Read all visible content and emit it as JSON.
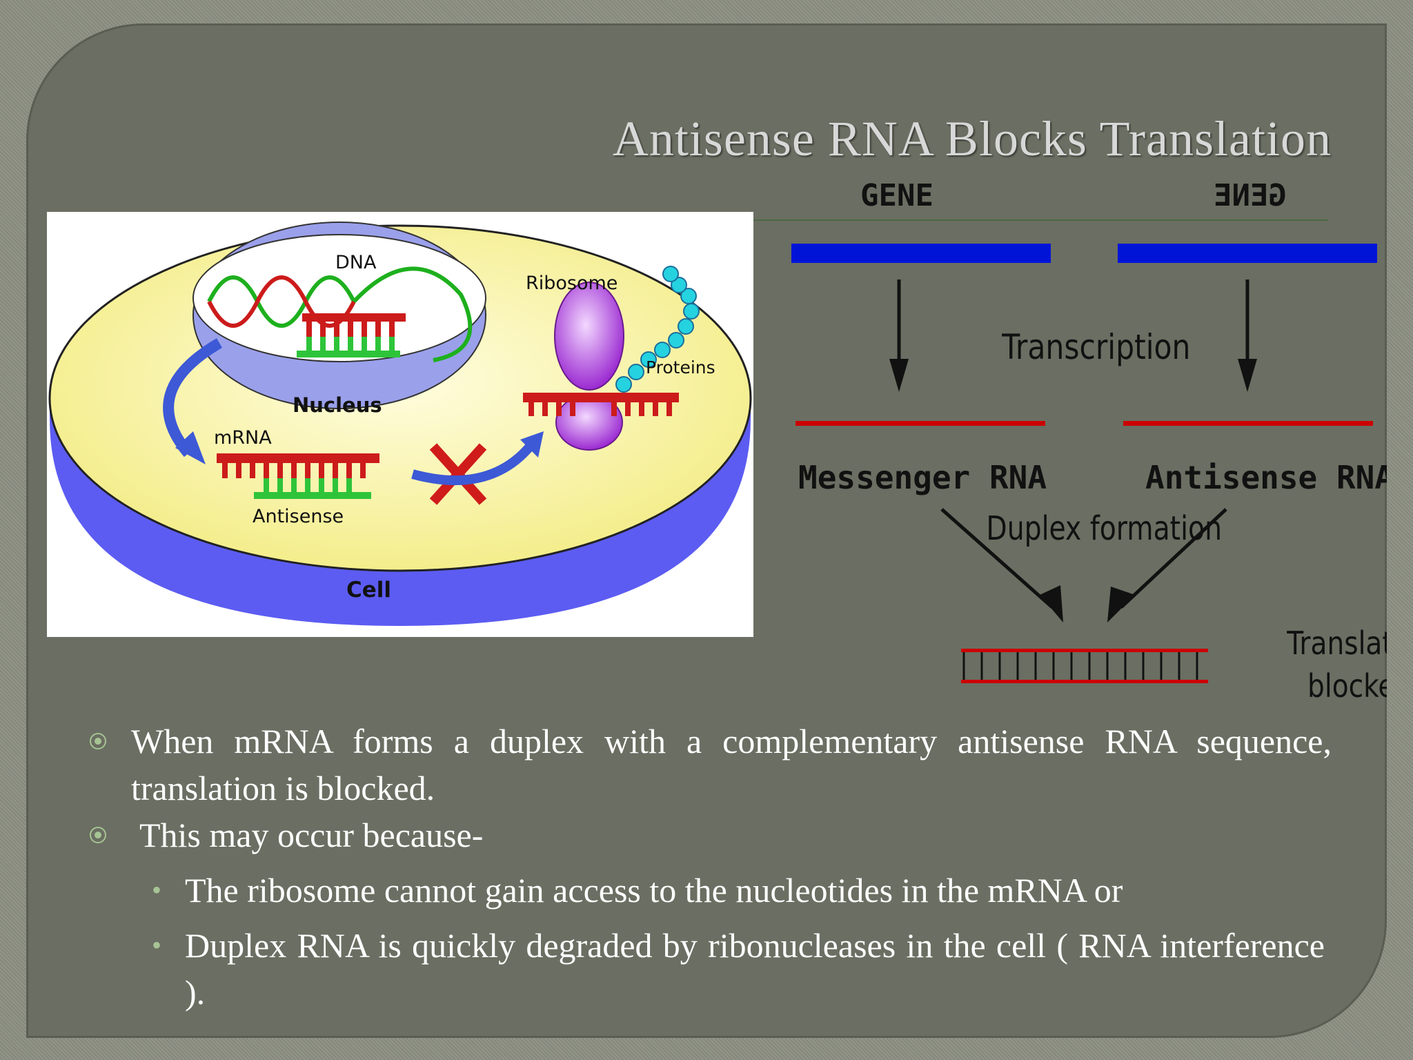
{
  "slide": {
    "title": "Antisense RNA Blocks Translation"
  },
  "cell_diagram": {
    "dna_label": "DNA",
    "nucleus_label": "Nucleus",
    "mrna_label": "mRNA",
    "antisense_label": "Antisense",
    "ribosome_label": "Ribosome",
    "proteins_label": "Proteins",
    "cell_label": "Cell"
  },
  "flow_diagram": {
    "gene_label": "GENE",
    "gene_mirror_label": "GENE",
    "transcription_label": "Transcription",
    "messenger_rna_label": "Messenger RNA",
    "antisense_rna_label": "Antisense RNA",
    "duplex_label": "Duplex formation",
    "translation_label": "Translation",
    "blocked_label": "blocked"
  },
  "bullets": {
    "item1": "When mRNA forms a duplex with a complementary antisense RNA sequence, translation is blocked.",
    "item2": "This may occur because-",
    "sub1": "The ribosome cannot gain access to the nucleotides in the mRNA or",
    "sub2": "Duplex RNA is quickly degraded by ribonucleases in the cell ( RNA interference )."
  },
  "colors": {
    "panel": "#6b6e62",
    "gene_bar": "#0014d8",
    "rna_line": "#cc0000",
    "bullet_marker": "#a6c494"
  }
}
